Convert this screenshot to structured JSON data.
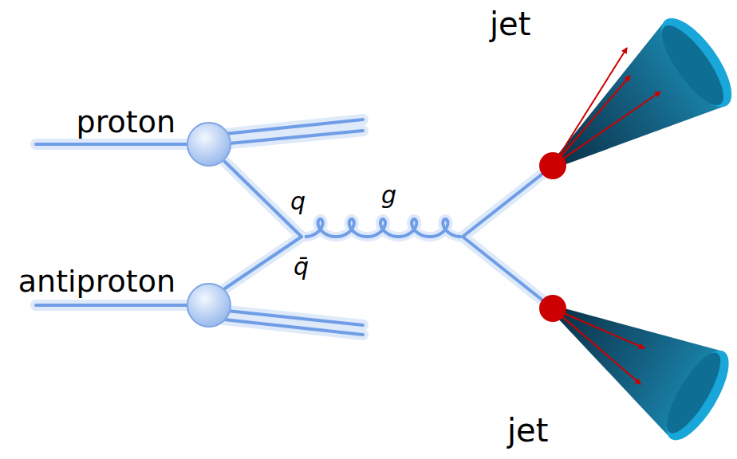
{
  "diagram": {
    "labels": [
      "jet",
      "proton",
      "q",
      "g",
      "q̄",
      "antiproton",
      "jet"
    ]
  }
}
